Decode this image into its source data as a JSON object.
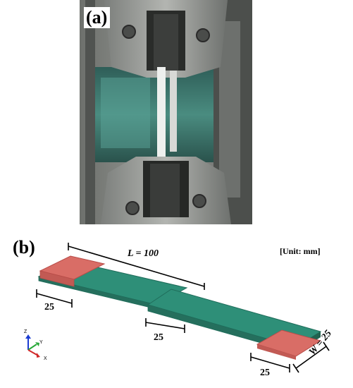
{
  "figure": {
    "panel_a": {
      "label": "(a)",
      "description_icon": "tensile-test-photo"
    },
    "panel_b": {
      "label": "(b)",
      "unit_note": "[Unit: mm]",
      "length_label": "L = 100",
      "width_label": "W = 25",
      "overlap_label": "25",
      "tab_left_label": "25",
      "tab_right_label": "25",
      "axes": {
        "z": "Z",
        "y": "Y",
        "x": "X"
      }
    }
  },
  "colors": {
    "adherend": "#2e8f78",
    "adherend_edge": "#1f6c5a",
    "tab": "#d96d66",
    "tab_edge": "#b84c48",
    "machine_gray": "#8a8d8a",
    "glass_teal": "#3f7f73"
  }
}
